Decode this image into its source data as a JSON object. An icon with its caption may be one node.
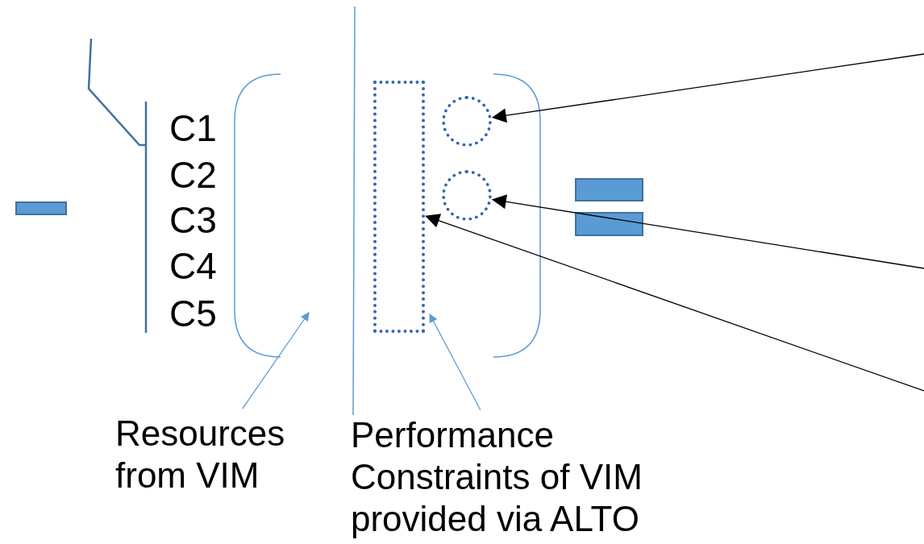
{
  "diagram": {
    "nodes": [
      {
        "text": [
          "Resources from VIM"
        ]
      },
      {
        "text": [
          "Performance Constraints of VIM provided via ALTO"
        ]
      },
      {
        "text": [],
        "shape": "bar"
      },
      {
        "text": [],
        "shape": "circle"
      },
      {
        "text": [],
        "shape": "circle"
      }
    ],
    "edges": [
      {
        "from": 0,
        "to": null,
        "arrow": "to",
        "color": "#5b9bd5"
      },
      {
        "from": 1,
        "to": 2,
        "arrow": "to",
        "color": "#5b9bd5"
      },
      {
        "from": null,
        "to": 3,
        "arrow": "to"
      },
      {
        "from": null,
        "to": 4,
        "arrow": "to"
      },
      {
        "from": null,
        "to": 2,
        "arrow": "to"
      }
    ],
    "labels": [
      "C1",
      "C2",
      "C3",
      "C4",
      "C5"
    ]
  }
}
